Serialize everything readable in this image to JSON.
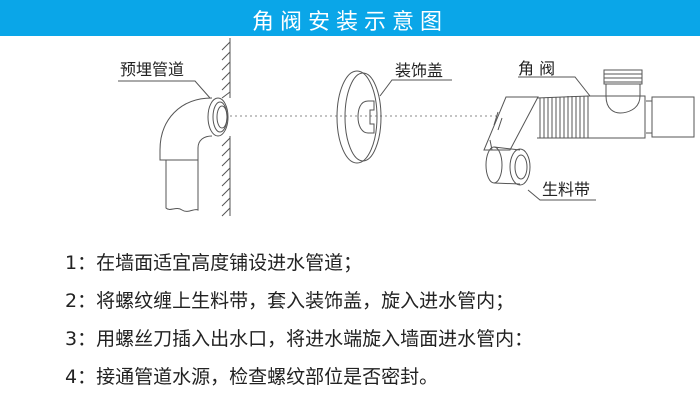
{
  "banner": {
    "title": "角阀安装示意图",
    "color": "#0aa6e8"
  },
  "diagram": {
    "labels": {
      "embedded_pipe": "预埋管道",
      "decorative_cover": "装饰盖",
      "angle_valve": "角 阀",
      "thread_tape": "生料带"
    },
    "line_color": "#555555"
  },
  "steps": [
    "1：在墙面适宜高度铺设进水管道；",
    "2：将螺纹缠上生料带，套入装饰盖，旋入进水管内；",
    "3：用螺丝刀插入出水口，将进水端旋入墙面进水管内：",
    "4：接通管道水源，检查螺纹部位是否密封。"
  ]
}
